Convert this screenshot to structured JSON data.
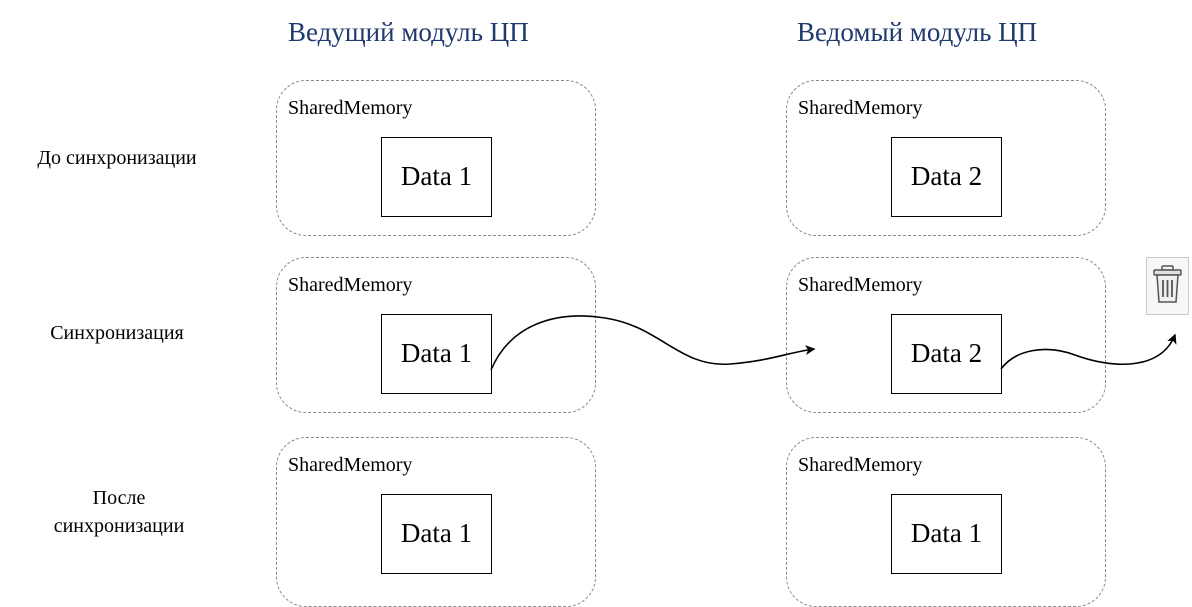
{
  "columns": {
    "master_title": "Ведущий модуль ЦП",
    "slave_title": "Ведомый модуль ЦП"
  },
  "rows": {
    "before": "До синхронизации",
    "sync": "Синхронизация",
    "after_line1": "После",
    "after_line2": "синхронизации"
  },
  "shared_memory_label": "SharedMemory",
  "cells": {
    "before_master": "Data 1",
    "before_slave": "Data 2",
    "sync_master": "Data 1",
    "sync_slave": "Data 2",
    "after_master": "Data 1",
    "after_slave": "Data 1"
  },
  "colors": {
    "column_title": "#1f3a6e",
    "dashed_border": "#8a8a8a"
  },
  "icons": {
    "trash": "trash-icon"
  }
}
